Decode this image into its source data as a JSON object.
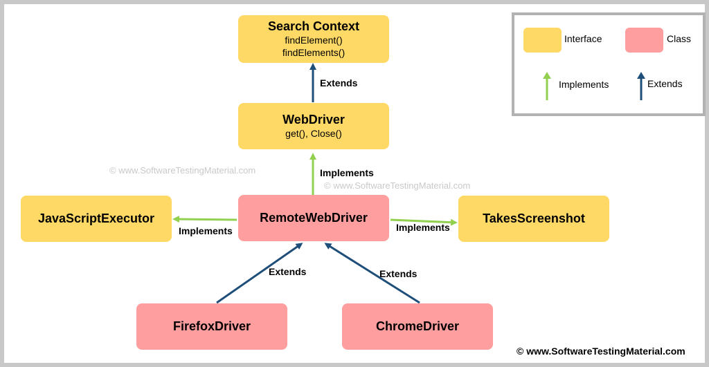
{
  "nodes": {
    "search_context": {
      "title": "Search Context",
      "methods": [
        "findElement()",
        "findElements()"
      ],
      "kind": "interface"
    },
    "webdriver": {
      "title": "WebDriver",
      "methods": [
        "get(), Close()"
      ],
      "kind": "interface"
    },
    "remote_webdriver": {
      "title": "RemoteWebDriver",
      "kind": "class"
    },
    "javascript_executor": {
      "title": "JavaScriptExecutor",
      "kind": "interface"
    },
    "takes_screenshot": {
      "title": "TakesScreenshot",
      "kind": "interface"
    },
    "firefox_driver": {
      "title": "FirefoxDriver",
      "kind": "class"
    },
    "chrome_driver": {
      "title": "ChromeDriver",
      "kind": "class"
    }
  },
  "edges": [
    {
      "from": "webdriver",
      "to": "search_context",
      "label": "Extends",
      "type": "extends"
    },
    {
      "from": "remote_webdriver",
      "to": "webdriver",
      "label": "Implements",
      "type": "implements"
    },
    {
      "from": "remote_webdriver",
      "to": "javascript_executor",
      "label": "Implements",
      "type": "implements"
    },
    {
      "from": "remote_webdriver",
      "to": "takes_screenshot",
      "label": "Implements",
      "type": "implements"
    },
    {
      "from": "firefox_driver",
      "to": "remote_webdriver",
      "label": "Extends",
      "type": "extends"
    },
    {
      "from": "chrome_driver",
      "to": "remote_webdriver",
      "label": "Extends",
      "type": "extends"
    }
  ],
  "legend": {
    "interface_label": "Interface",
    "class_label": "Class",
    "implements_label": "Implements",
    "extends_label": "Extends"
  },
  "watermarks": [
    "© www.SoftwareTestingMaterial.com",
    "© www.SoftwareTestingMaterial.com"
  ],
  "copyright": "© www.SoftwareTestingMaterial.com",
  "colors": {
    "interface": "#ffd966",
    "class": "#ff9e9e",
    "implements_arrow": "#92d050",
    "extends_arrow": "#1f4e79",
    "legend_border": "#b2b2b2",
    "frame": "#c8c8c8"
  }
}
